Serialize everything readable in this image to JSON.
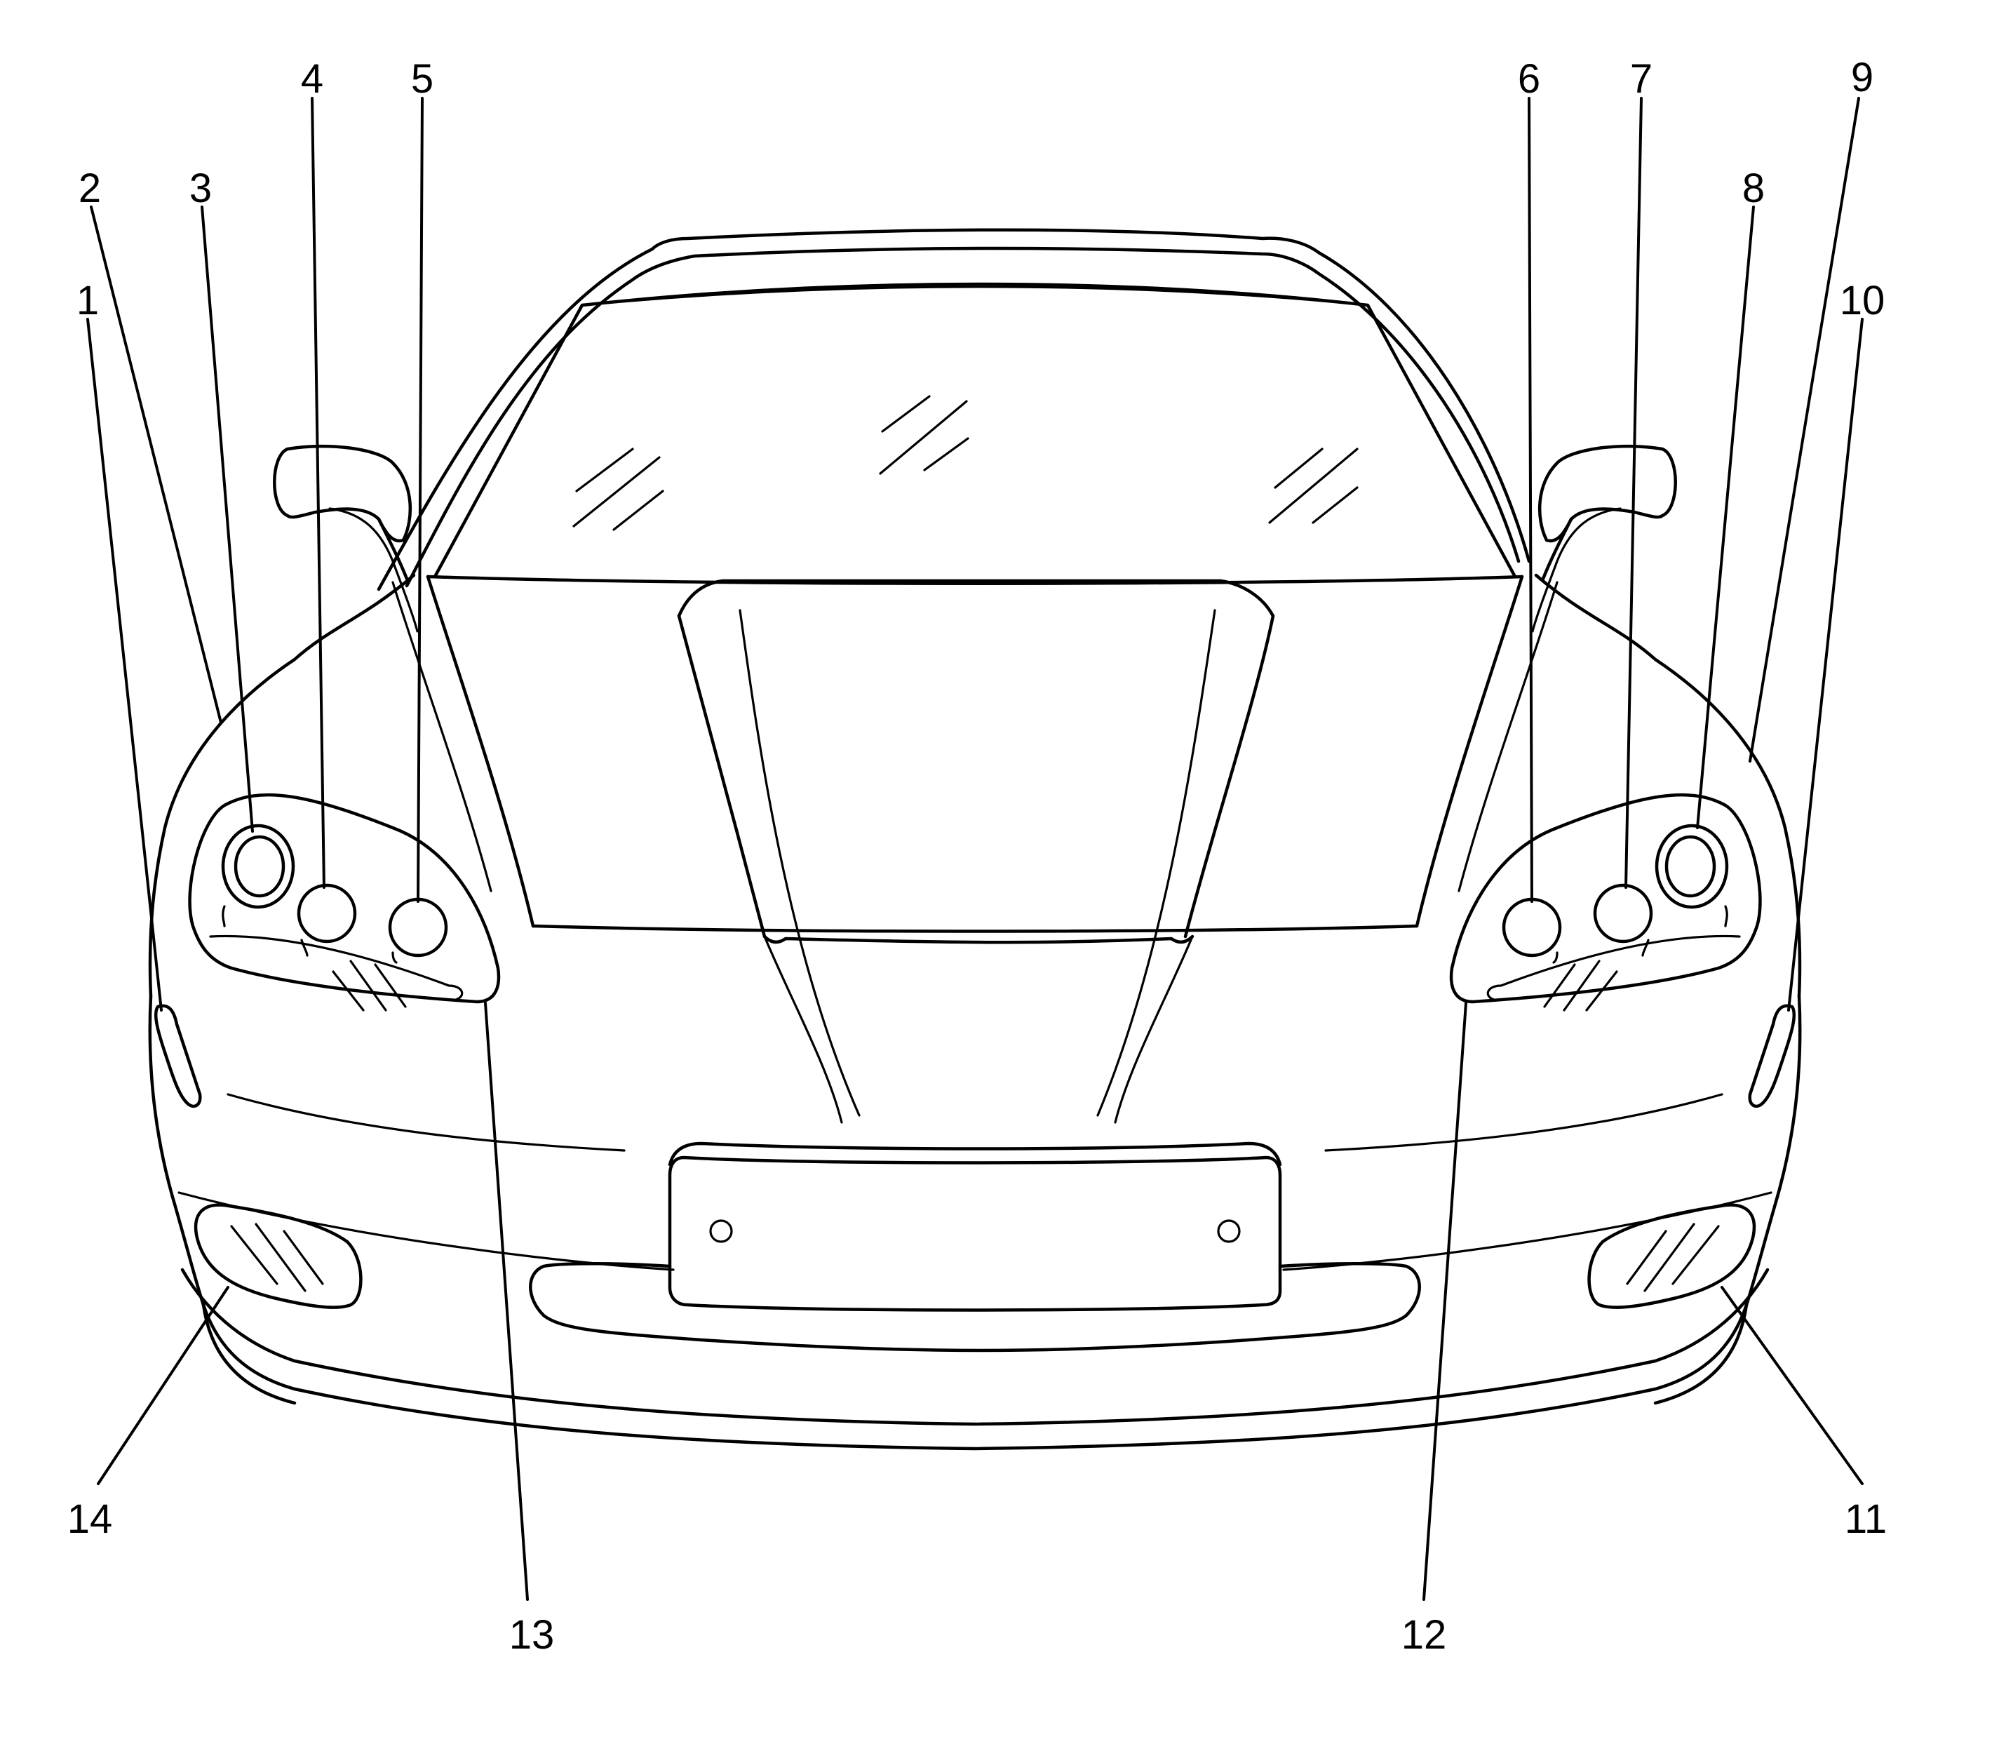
{
  "diagram": {
    "subject": "vehicle front exterior lighting, front view",
    "callouts": [
      {
        "id": "1",
        "label": "1"
      },
      {
        "id": "2",
        "label": "2"
      },
      {
        "id": "3",
        "label": "3"
      },
      {
        "id": "4",
        "label": "4"
      },
      {
        "id": "5",
        "label": "5"
      },
      {
        "id": "6",
        "label": "6"
      },
      {
        "id": "7",
        "label": "7"
      },
      {
        "id": "8",
        "label": "8"
      },
      {
        "id": "9",
        "label": "9"
      },
      {
        "id": "10",
        "label": "10"
      },
      {
        "id": "11",
        "label": "11"
      },
      {
        "id": "12",
        "label": "12"
      },
      {
        "id": "13",
        "label": "13"
      },
      {
        "id": "14",
        "label": "14"
      }
    ]
  }
}
